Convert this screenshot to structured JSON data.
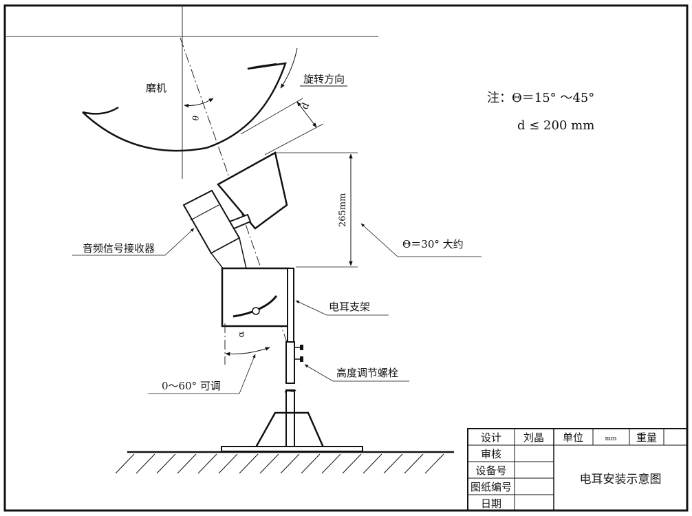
{
  "labels": {
    "mill": "磨机",
    "rotation": "旋转方向",
    "theta_symbol": "θ",
    "d_symbol": "d",
    "alpha_symbol": "α",
    "dim_265": "265mm",
    "receiver": "音频信号接收器",
    "theta_approx": "Θ＝30°  大约",
    "bracket": "电耳支架",
    "bolt": "高度调节螺栓",
    "angle_range": "0～60°  可调"
  },
  "note": {
    "line1": "注：Θ＝15° ～45°",
    "line2": "d ≤ 200 mm"
  },
  "title_block": {
    "design_label": "设计",
    "designer": "刘晶",
    "unit_label": "单位",
    "unit_value": "mm",
    "weight_label": "重量",
    "review_label": "审核",
    "equipment_label": "设备号",
    "drawing_no_label": "图纸编号",
    "date_label": "日期",
    "title": "电耳安装示意图"
  }
}
